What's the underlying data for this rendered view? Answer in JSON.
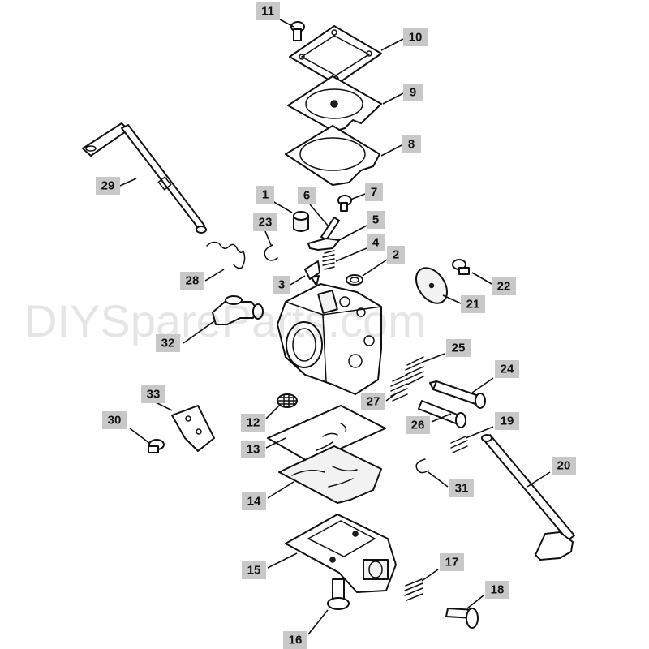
{
  "watermark": "DIYSpareParts.com",
  "callouts": [
    {
      "id": "11",
      "text": "11"
    },
    {
      "id": "10",
      "text": "10"
    },
    {
      "id": "9",
      "text": "9"
    },
    {
      "id": "8",
      "text": "8"
    },
    {
      "id": "29",
      "text": "29"
    },
    {
      "id": "1",
      "text": "1"
    },
    {
      "id": "6",
      "text": "6"
    },
    {
      "id": "7",
      "text": "7"
    },
    {
      "id": "23",
      "text": "23"
    },
    {
      "id": "5",
      "text": "5"
    },
    {
      "id": "4",
      "text": "4"
    },
    {
      "id": "2",
      "text": "2"
    },
    {
      "id": "28",
      "text": "28"
    },
    {
      "id": "3",
      "text": "3"
    },
    {
      "id": "22",
      "text": "22"
    },
    {
      "id": "21",
      "text": "21"
    },
    {
      "id": "32",
      "text": "32"
    },
    {
      "id": "25",
      "text": "25"
    },
    {
      "id": "24",
      "text": "24"
    },
    {
      "id": "33",
      "text": "33"
    },
    {
      "id": "27",
      "text": "27"
    },
    {
      "id": "30",
      "text": "30"
    },
    {
      "id": "12",
      "text": "12"
    },
    {
      "id": "26",
      "text": "26"
    },
    {
      "id": "19",
      "text": "19"
    },
    {
      "id": "13",
      "text": "13"
    },
    {
      "id": "20",
      "text": "20"
    },
    {
      "id": "31",
      "text": "31"
    },
    {
      "id": "14",
      "text": "14"
    },
    {
      "id": "15",
      "text": "15"
    },
    {
      "id": "17",
      "text": "17"
    },
    {
      "id": "18",
      "text": "18"
    },
    {
      "id": "16",
      "text": "16"
    }
  ]
}
